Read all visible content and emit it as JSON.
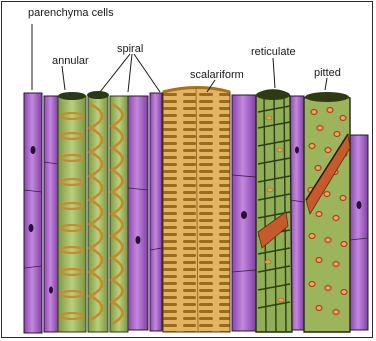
{
  "labels": {
    "parenchyma": "parenchyma cells",
    "annular": "annular",
    "spiral": "spiral",
    "scalariform": "scalariform",
    "reticulate": "reticulate",
    "pitted": "pitted"
  },
  "colors": {
    "parenchyma": "#b36ed0",
    "parenchyma_dark": "#7c3aa0",
    "vessel_green": "#a7c06b",
    "vessel_green_dark": "#6f8a3a",
    "thickening": "#d9a24a",
    "thickening_dark": "#a8721c",
    "pit_fill": "#e7a94d",
    "pit_ring": "#b0412a",
    "outline": "#1a1a1a"
  }
}
